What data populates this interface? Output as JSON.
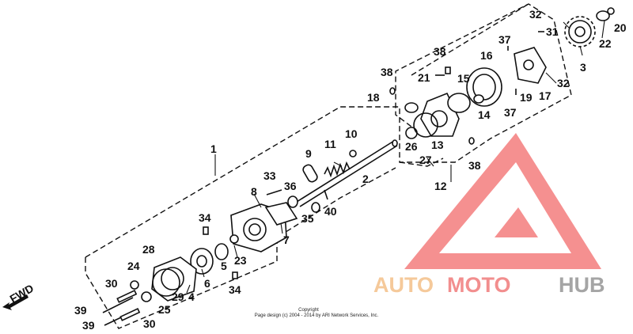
{
  "labels": {
    "l1": "1",
    "l2": "2",
    "l3": "3",
    "l4": "4",
    "l5": "5",
    "l6": "6",
    "l7": "7",
    "l8": "8",
    "l9": "9",
    "l10": "10",
    "l11": "11",
    "l12": "12",
    "l13": "13",
    "l14": "14",
    "l15": "15",
    "l16": "16",
    "l17": "17",
    "l18": "18",
    "l19": "19",
    "l20": "20",
    "l21": "21",
    "l22": "22",
    "l23": "23",
    "l24": "24",
    "l25": "25",
    "l26": "26",
    "l27": "27",
    "l28": "28",
    "l29": "29",
    "l30a": "30",
    "l30b": "30",
    "l31": "31",
    "l32a": "32",
    "l32b": "32",
    "l33": "33",
    "l34a": "34",
    "l34b": "34",
    "l35": "35",
    "l36": "36",
    "l37a": "37",
    "l37b": "37",
    "l38a": "38",
    "l38b": "38",
    "l38c": "38",
    "l39a": "39",
    "l39b": "39",
    "l40": "40"
  },
  "fwd": "FWD",
  "copyright": {
    "line1": "Copyright",
    "line2": "Page design (c) 2004 - 2014 by ARI Network Services, Inc."
  },
  "watermark": {
    "part1": "AUTO",
    "part2": "MOTO",
    "part3": "HUB",
    "color_auto": "#f5c99a",
    "color_moto": "#f28e8e",
    "color_hub": "#a5a5a5",
    "color_logo": "#f47d7d"
  }
}
